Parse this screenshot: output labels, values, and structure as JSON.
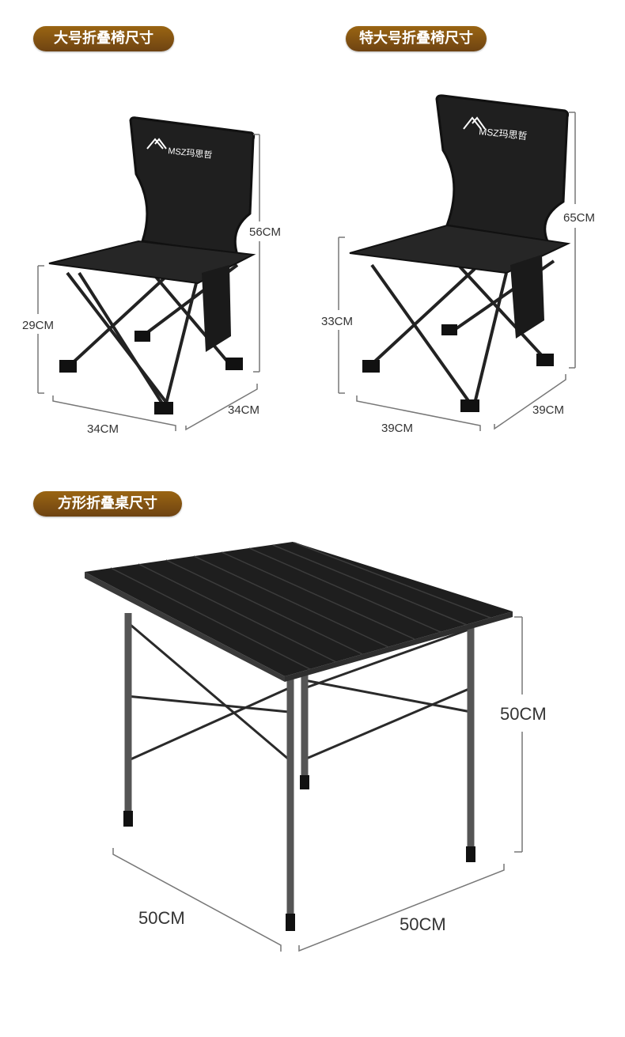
{
  "labels": {
    "large_chair": "大号折叠椅尺寸",
    "xl_chair": "特大号折叠椅尺寸",
    "square_table": "方形折叠桌尺寸"
  },
  "brand": {
    "logo_text": "MSZ玛思哲"
  },
  "large_chair": {
    "height": "56CM",
    "seat_height": "29CM",
    "width": "34CM",
    "depth": "34CM"
  },
  "xl_chair": {
    "height": "65CM",
    "seat_height": "33CM",
    "width": "39CM",
    "depth": "39CM"
  },
  "table": {
    "height": "50CM",
    "width": "50CM",
    "depth": "50CM"
  },
  "colors": {
    "label_bg": "#8a5a14",
    "product": "#1e1e1e"
  }
}
